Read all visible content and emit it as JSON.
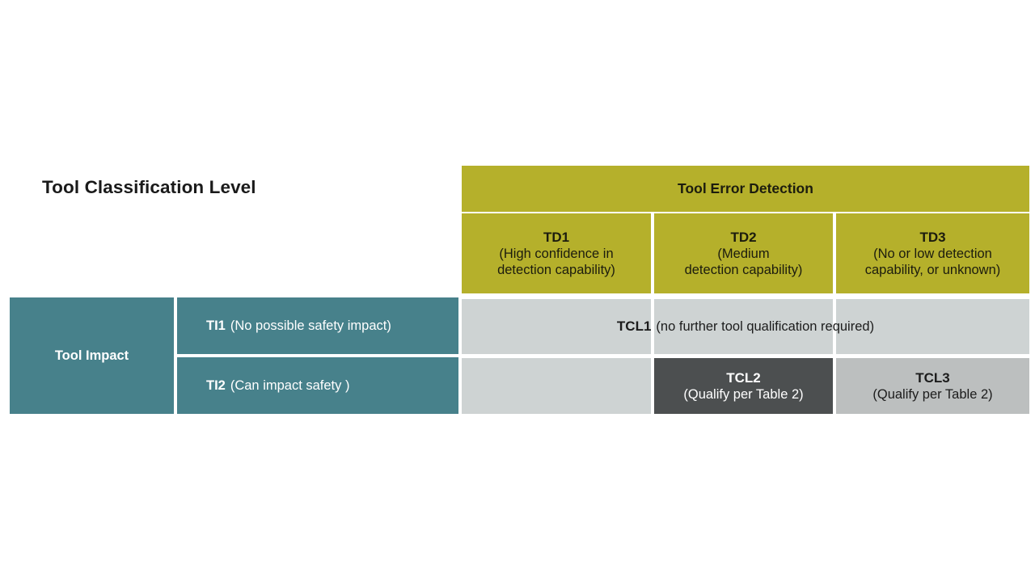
{
  "title": "Tool Classification Level",
  "colors": {
    "detection_green": "#b5b02b",
    "impact_teal": "#47818b",
    "tcl1_gray": "#ced3d3",
    "tcl2_dark": "#4c4f50",
    "tcl3_gray": "#bcbfbf",
    "background": "#ffffff",
    "text_dark": "#1c1c1c",
    "text_light": "#ffffff"
  },
  "detection": {
    "header": "Tool Error Detection",
    "columns": [
      {
        "code": "TD1",
        "desc_line1": "(High confidence in",
        "desc_line2": "detection capability)"
      },
      {
        "code": "TD2",
        "desc_line1": "(Medium",
        "desc_line2": "detection capability)"
      },
      {
        "code": "TD3",
        "desc_line1": "(No or low detection",
        "desc_line2": "capability, or unknown)"
      }
    ]
  },
  "impact": {
    "header": "Tool Impact",
    "rows": [
      {
        "code": "TI1",
        "desc": "(No possible safety impact)"
      },
      {
        "code": "TI2",
        "desc": "(Can impact safety )"
      }
    ]
  },
  "results": {
    "row1": {
      "code": "TCL1",
      "desc": "(no further tool qualification required)"
    },
    "row2": [
      {
        "code": "",
        "desc_line1": "",
        "desc_line2": ""
      },
      {
        "code": "TCL2",
        "desc_line1": "(Qualify per Table 2)",
        "desc_line2": ""
      },
      {
        "code": "TCL3",
        "desc_line1": "(Qualify per Table 2)",
        "desc_line2": ""
      }
    ]
  }
}
